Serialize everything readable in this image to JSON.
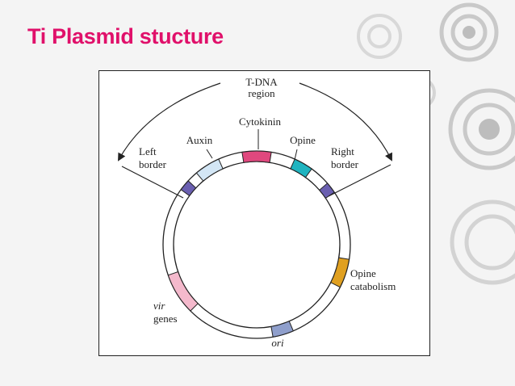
{
  "slide": {
    "title": "Ti Plasmid stucture",
    "title_color": "#e0106a",
    "background": "#f4f4f4"
  },
  "diagram": {
    "region": {
      "line1": "T-DNA",
      "line2": "region"
    },
    "labels": {
      "cytokinin": "Cytokinin",
      "auxin": "Auxin",
      "opine": "Opine",
      "left_border": {
        "line1": "Left",
        "line2": "border"
      },
      "right_border": {
        "line1": "Right",
        "line2": "border"
      },
      "opine_catabolism": {
        "line1": "Opine",
        "line2": "catabolism"
      },
      "vir_genes": {
        "line1": "vir",
        "line2": "genes"
      },
      "ori": "ori"
    },
    "segment_colors": {
      "cytokinin": "#e0487e",
      "auxin": "#d3e6f5",
      "opine": "#1fb4c0",
      "left_border": "#6a5fb0",
      "right_border": "#6a5fb0",
      "opine_catabolism": "#e0a020",
      "vir_genes": "#f4b9cc",
      "ori": "#8f9fcc"
    }
  }
}
